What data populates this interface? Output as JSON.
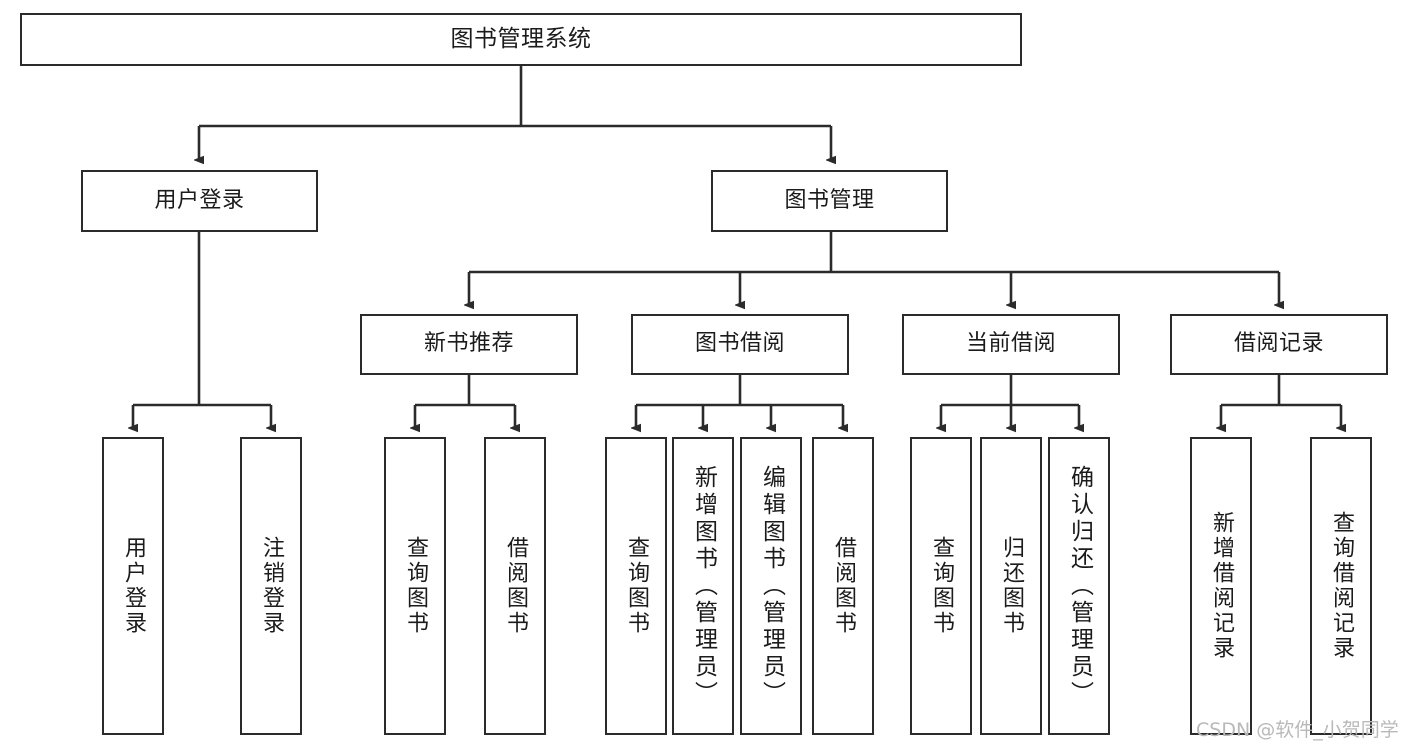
{
  "diagram": {
    "title": "图书管理系统",
    "type": "hierarchy-tree",
    "watermark": "CSDN @软件_小贺同学",
    "colors": {
      "stroke": "#2b2b2b",
      "fill": "#ffffff",
      "text": "#1b1b1b",
      "watermark": "#b9b9b9"
    },
    "nodes": {
      "root": {
        "label": "图书管理系统"
      },
      "level2": [
        {
          "id": "user-login",
          "label": "用户登录"
        },
        {
          "id": "book-manage",
          "label": "图书管理"
        }
      ],
      "level3": [
        {
          "id": "new-book-recommend",
          "label": "新书推荐"
        },
        {
          "id": "book-borrow",
          "label": "图书借阅"
        },
        {
          "id": "current-borrow",
          "label": "当前借阅"
        },
        {
          "id": "borrow-record",
          "label": "借阅记录"
        }
      ],
      "leaves": {
        "user-login": [
          {
            "id": "leaf-user-login",
            "label": "用户登录"
          },
          {
            "id": "leaf-logout",
            "label": "注销登录"
          }
        ],
        "new-book-recommend": [
          {
            "id": "leaf-query-book-1",
            "label": "查询图书"
          },
          {
            "id": "leaf-borrow-book-1",
            "label": "借阅图书"
          }
        ],
        "book-borrow": [
          {
            "id": "leaf-query-book-2",
            "label": "查询图书"
          },
          {
            "id": "leaf-add-book",
            "label": "新增图书（管理员）"
          },
          {
            "id": "leaf-edit-book",
            "label": "编辑图书（管理员）"
          },
          {
            "id": "leaf-borrow-book-2",
            "label": "借阅图书"
          }
        ],
        "current-borrow": [
          {
            "id": "leaf-query-book-3",
            "label": "查询图书"
          },
          {
            "id": "leaf-return-book",
            "label": "归还图书"
          },
          {
            "id": "leaf-confirm-return",
            "label": "确认归还（管理员）"
          }
        ],
        "borrow-record": [
          {
            "id": "leaf-add-record",
            "label": "新增借阅记录"
          },
          {
            "id": "leaf-query-record",
            "label": "查询借阅记录"
          }
        ]
      }
    }
  }
}
